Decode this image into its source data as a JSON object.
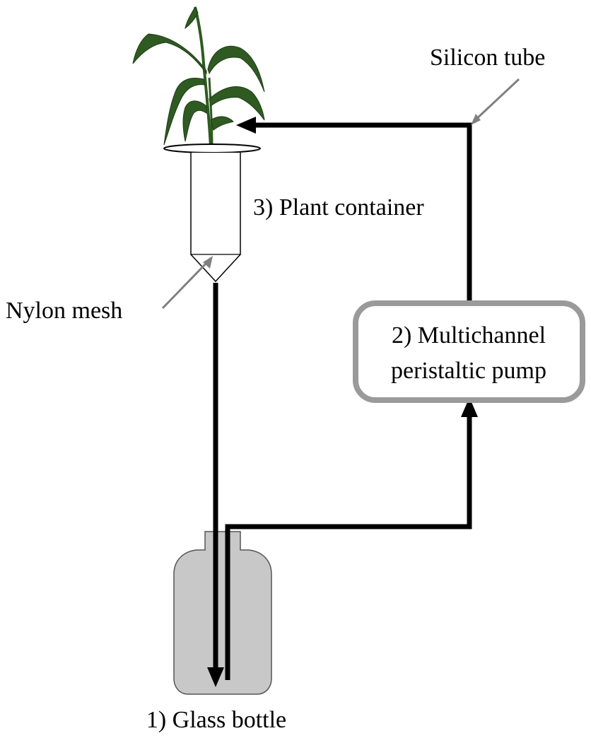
{
  "labels": {
    "silicon_tube": "Silicon tube",
    "plant_container": "3) Plant container",
    "nylon_mesh": "Nylon mesh",
    "pump_line1": "2) Multichannel",
    "pump_line2": "peristaltic pump",
    "glass_bottle": "1) Glass bottle"
  },
  "colors": {
    "tube": "#000000",
    "pointer": "#808080",
    "pump_border": "#9a9a9a",
    "bottle_fill": "#c8c8c8",
    "bottle_stroke": "#555555",
    "plant_leaf": "#2f5a22"
  }
}
